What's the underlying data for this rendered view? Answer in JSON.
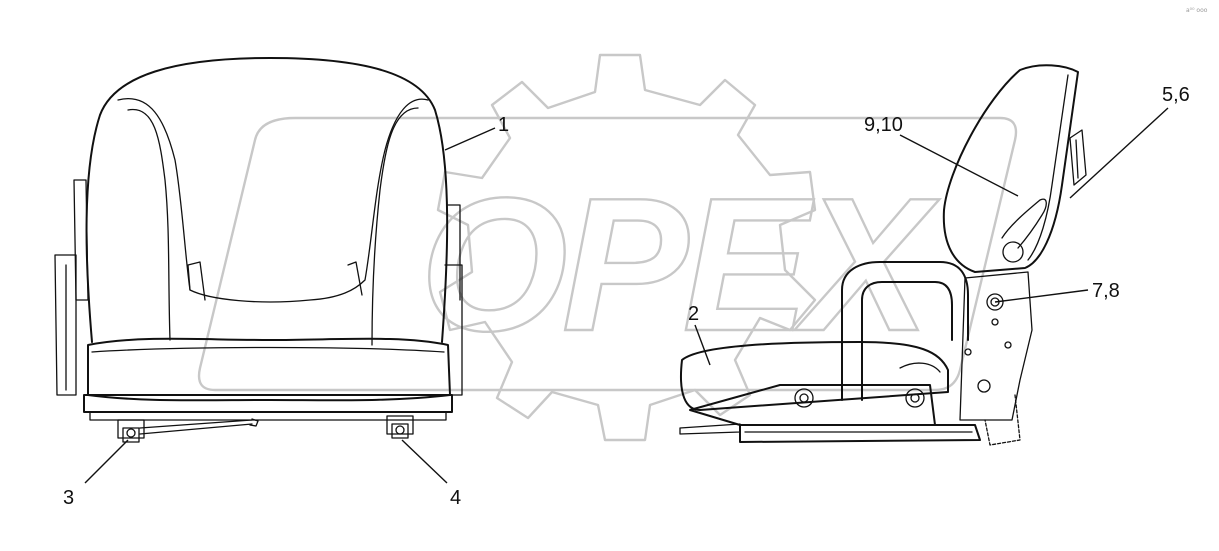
{
  "watermark": {
    "text": "OPEX",
    "color": "#c8c8c8"
  },
  "corner_mark": "a⁰⁰ ooo",
  "callouts": {
    "c1": "1",
    "c2": "2",
    "c3": "3",
    "c4": "4",
    "c56": "5,6",
    "c78": "7,8",
    "c910": "9,10"
  }
}
